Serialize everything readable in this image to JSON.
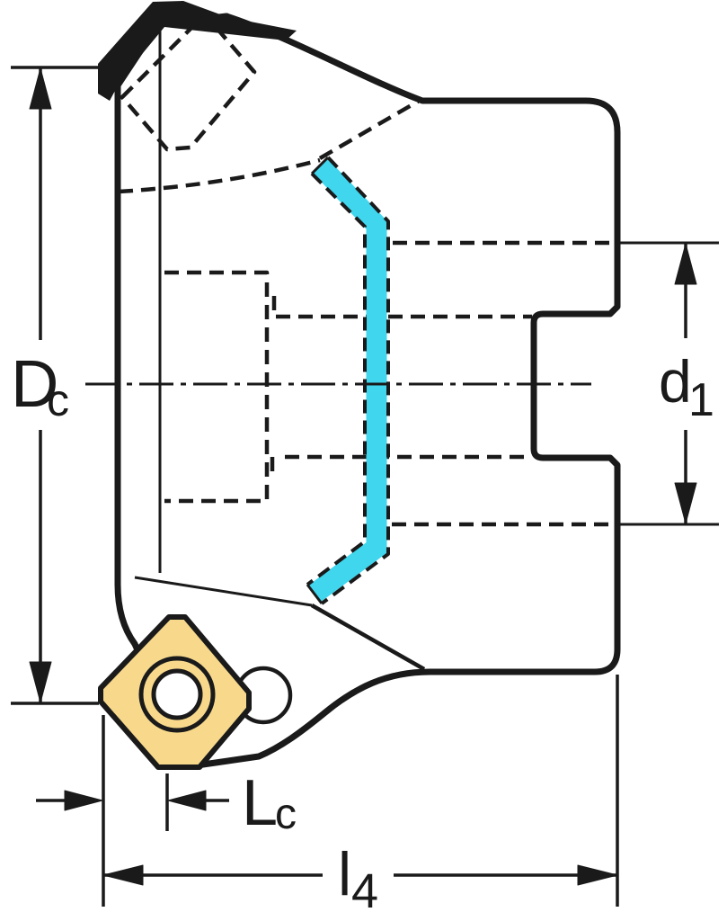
{
  "title": "Face milling cutter side-view technical drawing",
  "labels": {
    "dc": {
      "base": "D",
      "sub": "c"
    },
    "d1": {
      "base": "d",
      "sub": "1"
    },
    "lc": {
      "base": "L",
      "sub": "c"
    },
    "l4": {
      "base": "l",
      "sub": "4"
    }
  },
  "colors": {
    "line": "#1a1a1a",
    "body": "#d9e0de",
    "insert": "#f8d98c",
    "coolant": "#3fd6ee",
    "label_bg": "#ffffff",
    "hole": "#ffffff"
  }
}
